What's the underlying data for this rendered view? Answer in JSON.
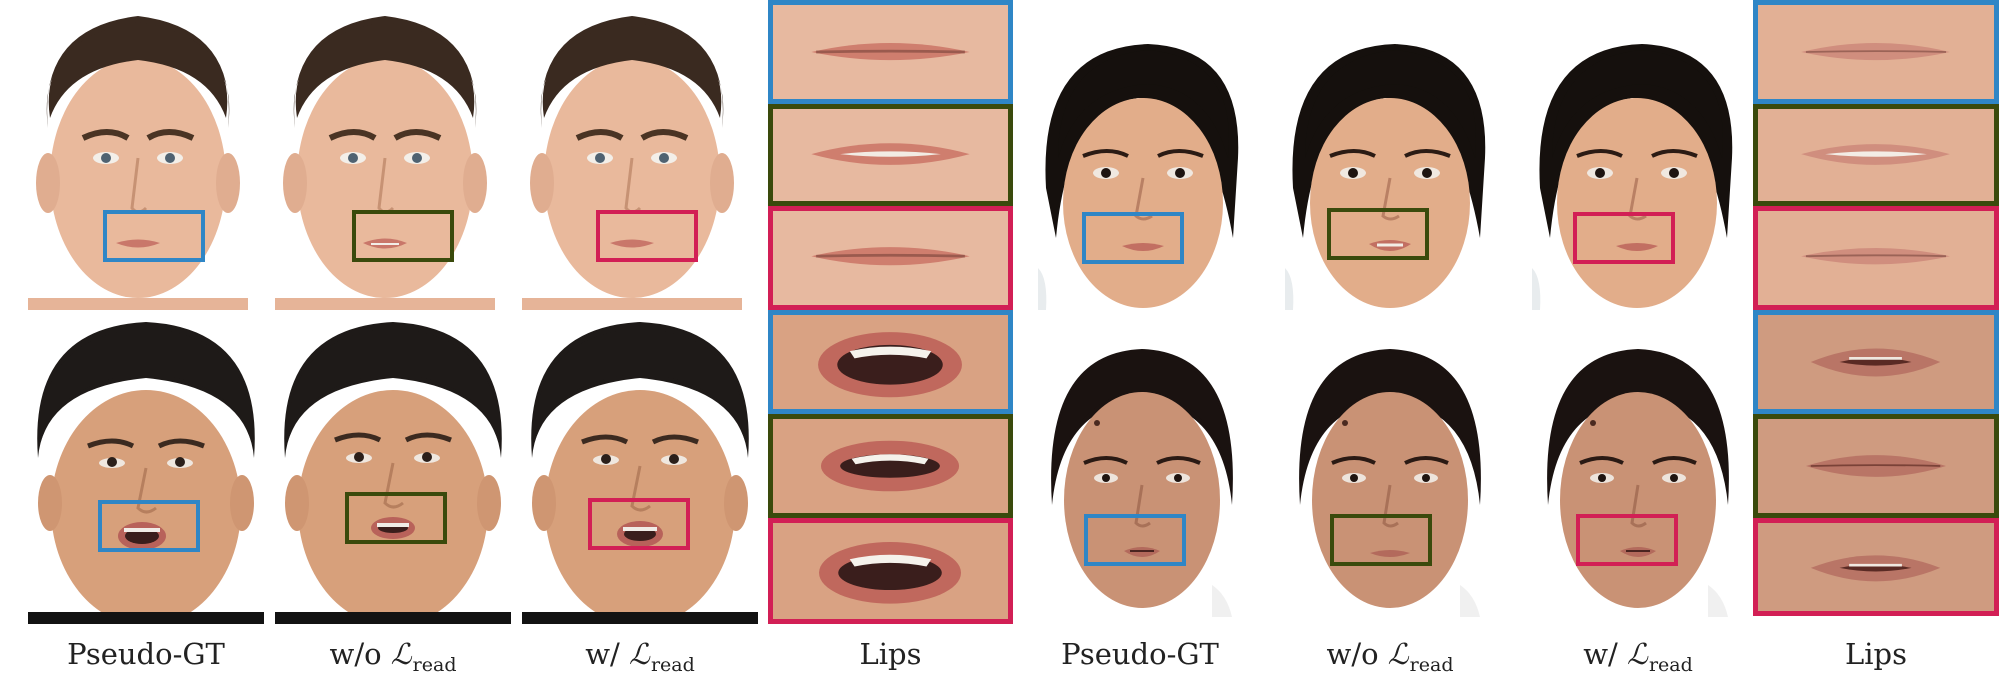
{
  "figure": {
    "captions": {
      "pseudo_gt": "Pseudo-GT",
      "wo_prefix": "w/o",
      "w_prefix": "w/",
      "loss_symbol": "ℒ",
      "loss_subscript": "read",
      "lips": "Lips"
    },
    "box_colors": {
      "pseudo_gt": "#2f86c6",
      "wo_read": "#3a4a0c",
      "w_read": "#d21f55"
    },
    "left_group": {
      "row1": {
        "skin": "#e9b99c",
        "hair": "#3a2a20",
        "mouth": "closed"
      },
      "row2": {
        "skin": "#d7a07b",
        "hair": "#1e1a18",
        "mouth": "open"
      }
    },
    "right_group": {
      "row1": {
        "skin": "#e2ad8a",
        "hair": "#15100d",
        "mouth": "closed"
      },
      "row2": {
        "skin": "#c99275",
        "hair": "#1a1210",
        "mouth": "slightly-open"
      }
    }
  }
}
